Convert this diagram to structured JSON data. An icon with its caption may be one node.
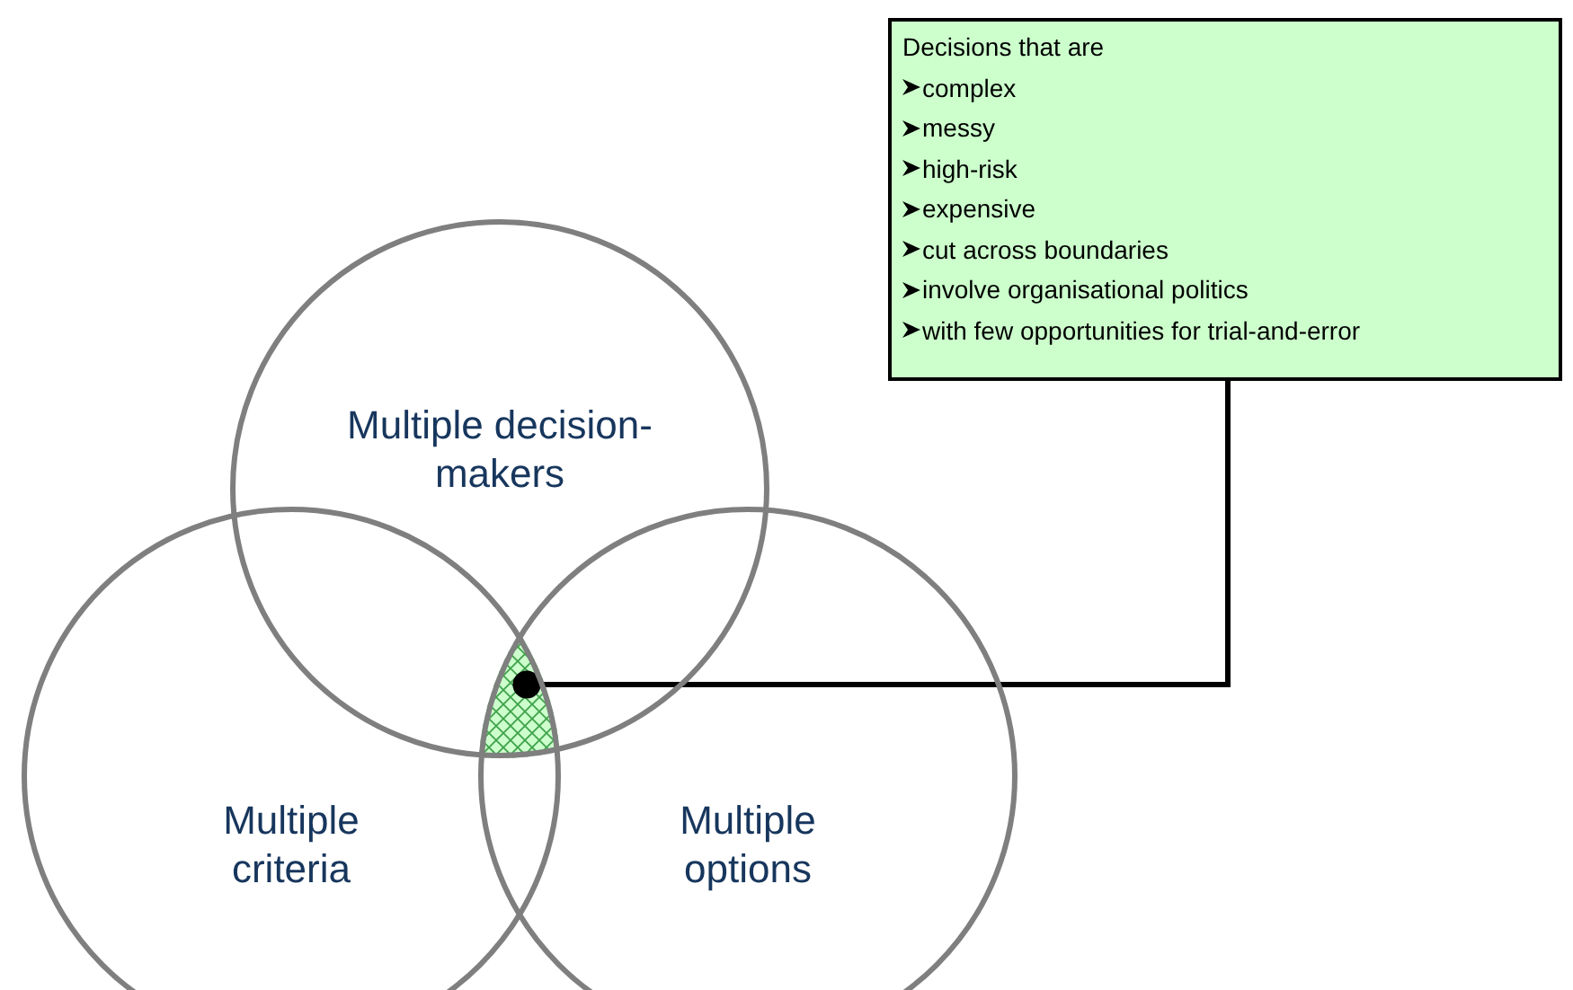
{
  "diagram": {
    "nodes": [
      {
        "text": [
          "Multiple decision-makers"
        ]
      },
      {
        "text": [
          "Multiple criteria"
        ]
      },
      {
        "text": [
          "Multiple options"
        ]
      },
      {
        "text": [
          "Decisions that are",
          "complex",
          "messy",
          "high-risk",
          "expensive",
          "cut across boundaries",
          "involve organisational politics",
          "with few opportunities for trial-and-error"
        ]
      },
      {
        "text": [],
        "shape": "lens"
      }
    ],
    "edges": [
      {
        "from": 3,
        "to": 4,
        "arrow": "other"
      }
    ]
  }
}
